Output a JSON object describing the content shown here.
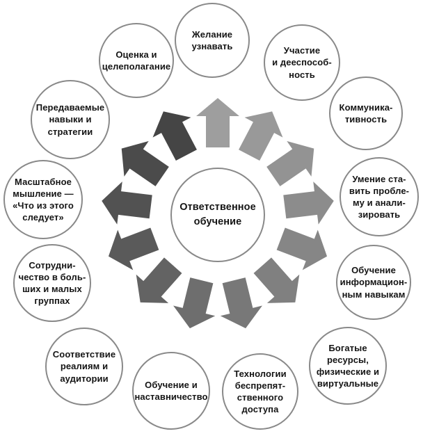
{
  "diagram": {
    "center_label": "Ответственное\nобучение",
    "nodes": [
      {
        "label": "Желание\nузнавать"
      },
      {
        "label": "Участие\nи дееспособ-\nность"
      },
      {
        "label": "Коммуника-\nтивность"
      },
      {
        "label": "Умение ста-\nвить пробле-\nму и анали-\nзировать"
      },
      {
        "label": "Обучение\nинформацион-\nным навыкам"
      },
      {
        "label": "Богатые\nресурсы,\nфизические и\nвиртуальные"
      },
      {
        "label": "Технологии\nбеспрепят-\nственного\nдоступа"
      },
      {
        "label": "Обучение и\nнаставничество"
      },
      {
        "label": "Соответствие\nреалиям и\nаудитории"
      },
      {
        "label": "Сотрудни-\nчество в боль-\nших и малых\nгруппах"
      },
      {
        "label": "Масштабное\nмышление —\n«Что из этого\nследует»"
      },
      {
        "label": "Передаваемые\nнавыки и\nстратегии"
      },
      {
        "label": "Оценка и\nцелеполагание"
      }
    ],
    "arrows": [
      {
        "points_to": "desire-to-learn",
        "color": "#9e9e9e"
      },
      {
        "points_to": "participation-capability",
        "color": "#999999"
      },
      {
        "points_to": "communication",
        "color": "#939393"
      },
      {
        "points_to": "problem-setting-analysis",
        "color": "#8c8c8c"
      },
      {
        "points_to": "information-skills-training",
        "color": "#868686"
      },
      {
        "points_to": "rich-resources",
        "color": "#808080"
      },
      {
        "points_to": "barrier-free-access-technologies",
        "color": "#787878"
      },
      {
        "points_to": "training-mentoring",
        "color": "#6e6e6e"
      },
      {
        "points_to": "relevance-to-reality-audience",
        "color": "#636363"
      },
      {
        "points_to": "collaboration-groups",
        "color": "#5a5a5a"
      },
      {
        "points_to": "large-scale-thinking",
        "color": "#525252"
      },
      {
        "points_to": "transferable-skills-strategies",
        "color": "#4b4b4b"
      },
      {
        "points_to": "assessment-goal-setting",
        "color": "#454545"
      }
    ],
    "colors": {
      "circle_border": "#898989",
      "text": "#141414",
      "background": "#ffffff"
    }
  }
}
